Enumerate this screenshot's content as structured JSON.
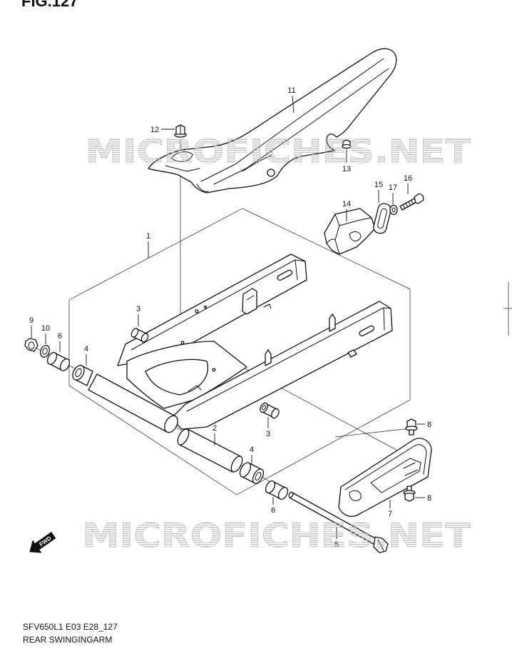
{
  "figure": {
    "title": "FIG.127"
  },
  "watermark": {
    "text": "MICROFICHES.NET"
  },
  "fwd": {
    "label": "FWD"
  },
  "callouts": [
    {
      "label": "11"
    },
    {
      "label": "12"
    },
    {
      "label": "13"
    },
    {
      "label": "15"
    },
    {
      "label": "16"
    },
    {
      "label": "17"
    },
    {
      "label": "14"
    },
    {
      "label": "1"
    },
    {
      "label": "3"
    },
    {
      "label": "9"
    },
    {
      "label": "10"
    },
    {
      "label": "6"
    },
    {
      "label": "4"
    },
    {
      "label": "2"
    },
    {
      "label": "3"
    },
    {
      "label": "4"
    },
    {
      "label": "8"
    },
    {
      "label": "6"
    },
    {
      "label": "8"
    },
    {
      "label": "7"
    },
    {
      "label": "5"
    }
  ],
  "footer": {
    "model": "SFV650L1 E03 E28_127",
    "caption": "REAR SWINGINGARM"
  }
}
